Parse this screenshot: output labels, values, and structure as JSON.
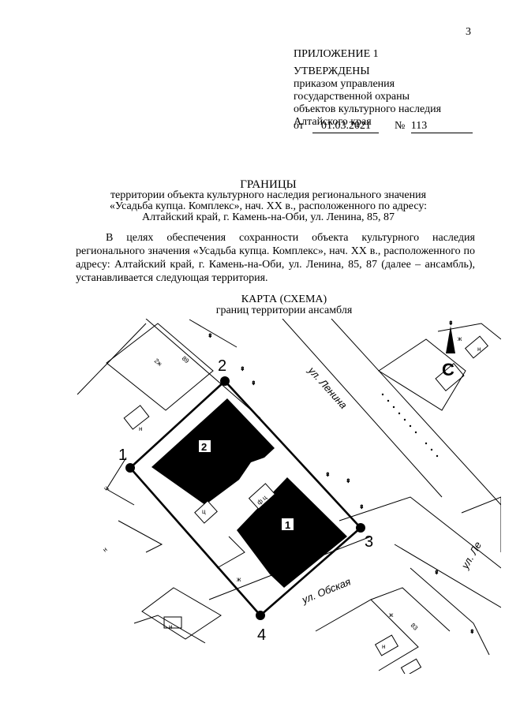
{
  "page_number": "3",
  "appendix": "ПРИЛОЖЕНИЕ 1",
  "approved": {
    "heading": "УТВЕРЖДЕНЫ",
    "lines": [
      "приказом управления",
      "государственной охраны",
      "объектов культурного наследия",
      "Алтайского края"
    ],
    "date_prefix": "от",
    "date": "01.03.2021",
    "number_prefix": "№",
    "number": "113"
  },
  "title": {
    "heading": "ГРАНИЦЫ",
    "lines": [
      "территории объекта культурного наследия регионального значения",
      "«Усадьба купца. Комплекс», нач. XX в., расположенного по адресу:",
      "Алтайский край, г. Камень-на-Оби, ул. Ленина, 85, 87"
    ]
  },
  "paragraph": "В целях обеспечения сохранности объекта культурного наследия регионального значения «Усадьба купца. Комплекс», нач. XX в., расположенного по адресу: Алтайский край, г. Камень-на-Оби, ул. Ленина, 85, 87 (далее – ансамбль), устанавливается следующая территория.",
  "map_title": {
    "heading": "КАРТА (СХЕМА)",
    "subtitle": "границ территории ансамбля"
  },
  "map": {
    "street_lenina": "ул. Ленина",
    "street_obskaya": "ул. Обская",
    "street_right": "ул. Ле",
    "north_letter": "С",
    "points": [
      "1",
      "2",
      "3",
      "4"
    ],
    "building_numbers": [
      "1",
      "2"
    ],
    "small_labels": [
      "2ж",
      "89",
      "н",
      "ц",
      "ц",
      "н",
      "н",
      "ж",
      "83",
      "н",
      "н",
      "ж",
      "ф ц",
      "ж"
    ]
  }
}
